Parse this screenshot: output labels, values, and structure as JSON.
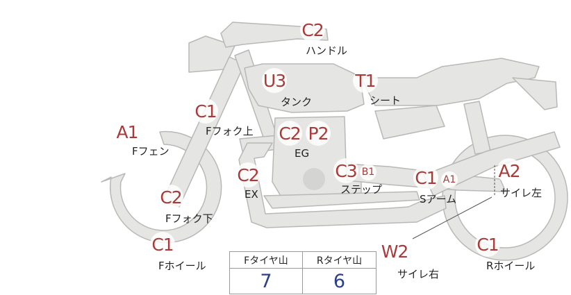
{
  "parts": [
    {
      "id": "handle",
      "grade": "C2",
      "label": "ハンドル"
    },
    {
      "id": "tank",
      "grade": "U3",
      "label": "タンク"
    },
    {
      "id": "seat",
      "grade": "T1",
      "label": "シート"
    },
    {
      "id": "fork_upper",
      "grade": "C1",
      "label": "Fフォク上"
    },
    {
      "id": "f_fender",
      "grade": "A1",
      "label": "Fフェン"
    },
    {
      "id": "engine",
      "grade": "C2",
      "grade2": "P2",
      "label": "EG"
    },
    {
      "id": "exhaust",
      "grade": "C2",
      "label": "EX"
    },
    {
      "id": "step",
      "grade": "C3",
      "grade2": "B1",
      "label": "ステップ"
    },
    {
      "id": "swingarm",
      "grade": "C1",
      "grade2": "A1",
      "label": "Sアーム"
    },
    {
      "id": "muffler_left",
      "grade": "A2",
      "label": "サイレ左"
    },
    {
      "id": "fork_lower",
      "grade": "C2",
      "label": "Fフォク下"
    },
    {
      "id": "f_wheel",
      "grade": "C1",
      "label": "Fホイール"
    },
    {
      "id": "muffler_right",
      "grade": "W2",
      "label": "サイレ右"
    },
    {
      "id": "r_wheel",
      "grade": "C1",
      "label": "Rホイール"
    }
  ],
  "tires": {
    "front_label": "Fタイヤ山",
    "front_value": "7",
    "rear_label": "Rタイヤ山",
    "rear_value": "6"
  },
  "colors": {
    "grade": "#a83a3a",
    "value": "#2b3f8a",
    "bike_fill": "#e5e5e3",
    "bike_stroke": "#b8b8b6"
  }
}
